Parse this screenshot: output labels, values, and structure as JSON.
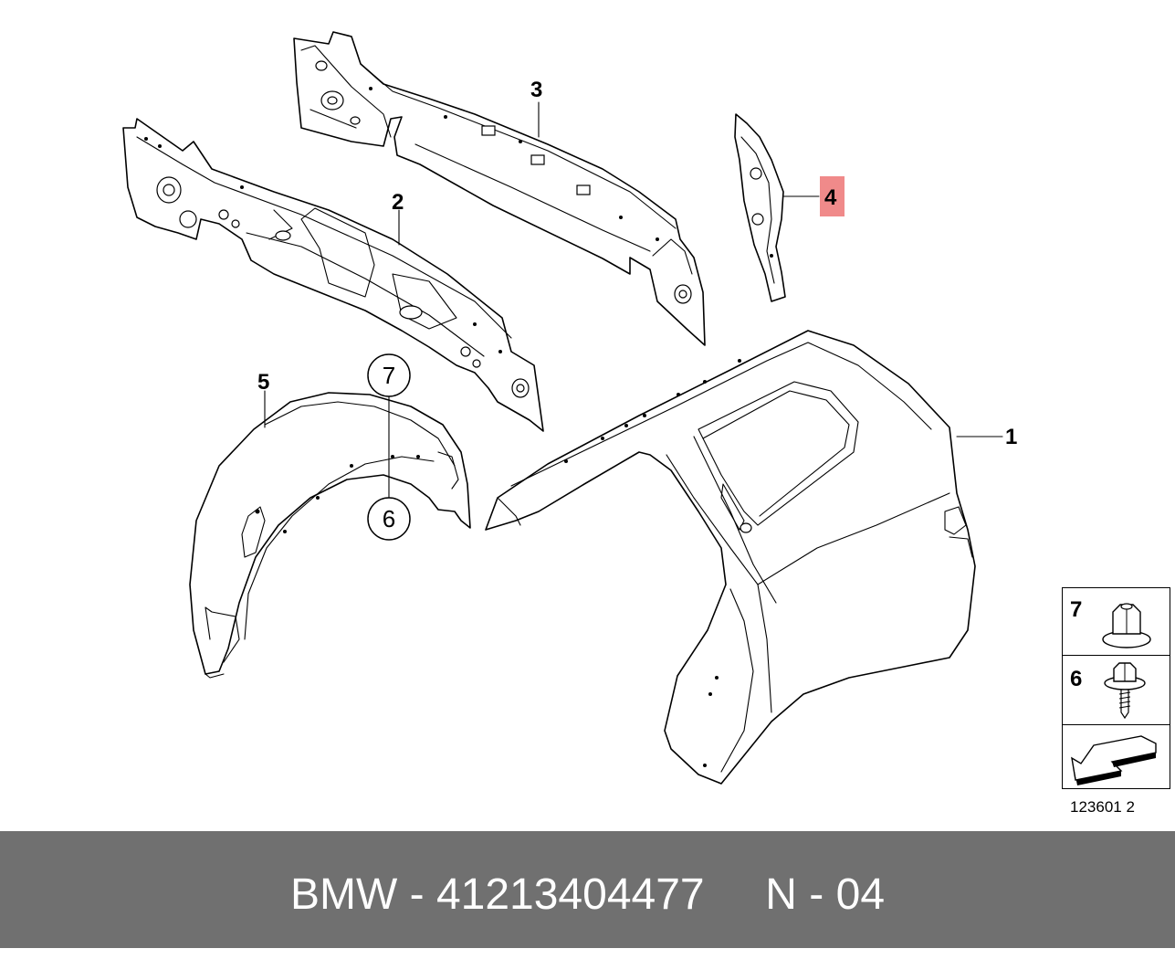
{
  "callouts": {
    "part1": "1",
    "part2": "2",
    "part3": "3",
    "part4": "4",
    "part5": "5",
    "part6": "6",
    "part7": "7"
  },
  "legend": {
    "item7": "7",
    "item6": "6"
  },
  "diagram_code": "123601 2",
  "footer": {
    "brand": "BMW",
    "separator": "-",
    "part_number": "41213404477",
    "position_label": "N - 04",
    "background": "#707070",
    "text_color": "#ffffff"
  },
  "highlight_color": "#f08a8a"
}
